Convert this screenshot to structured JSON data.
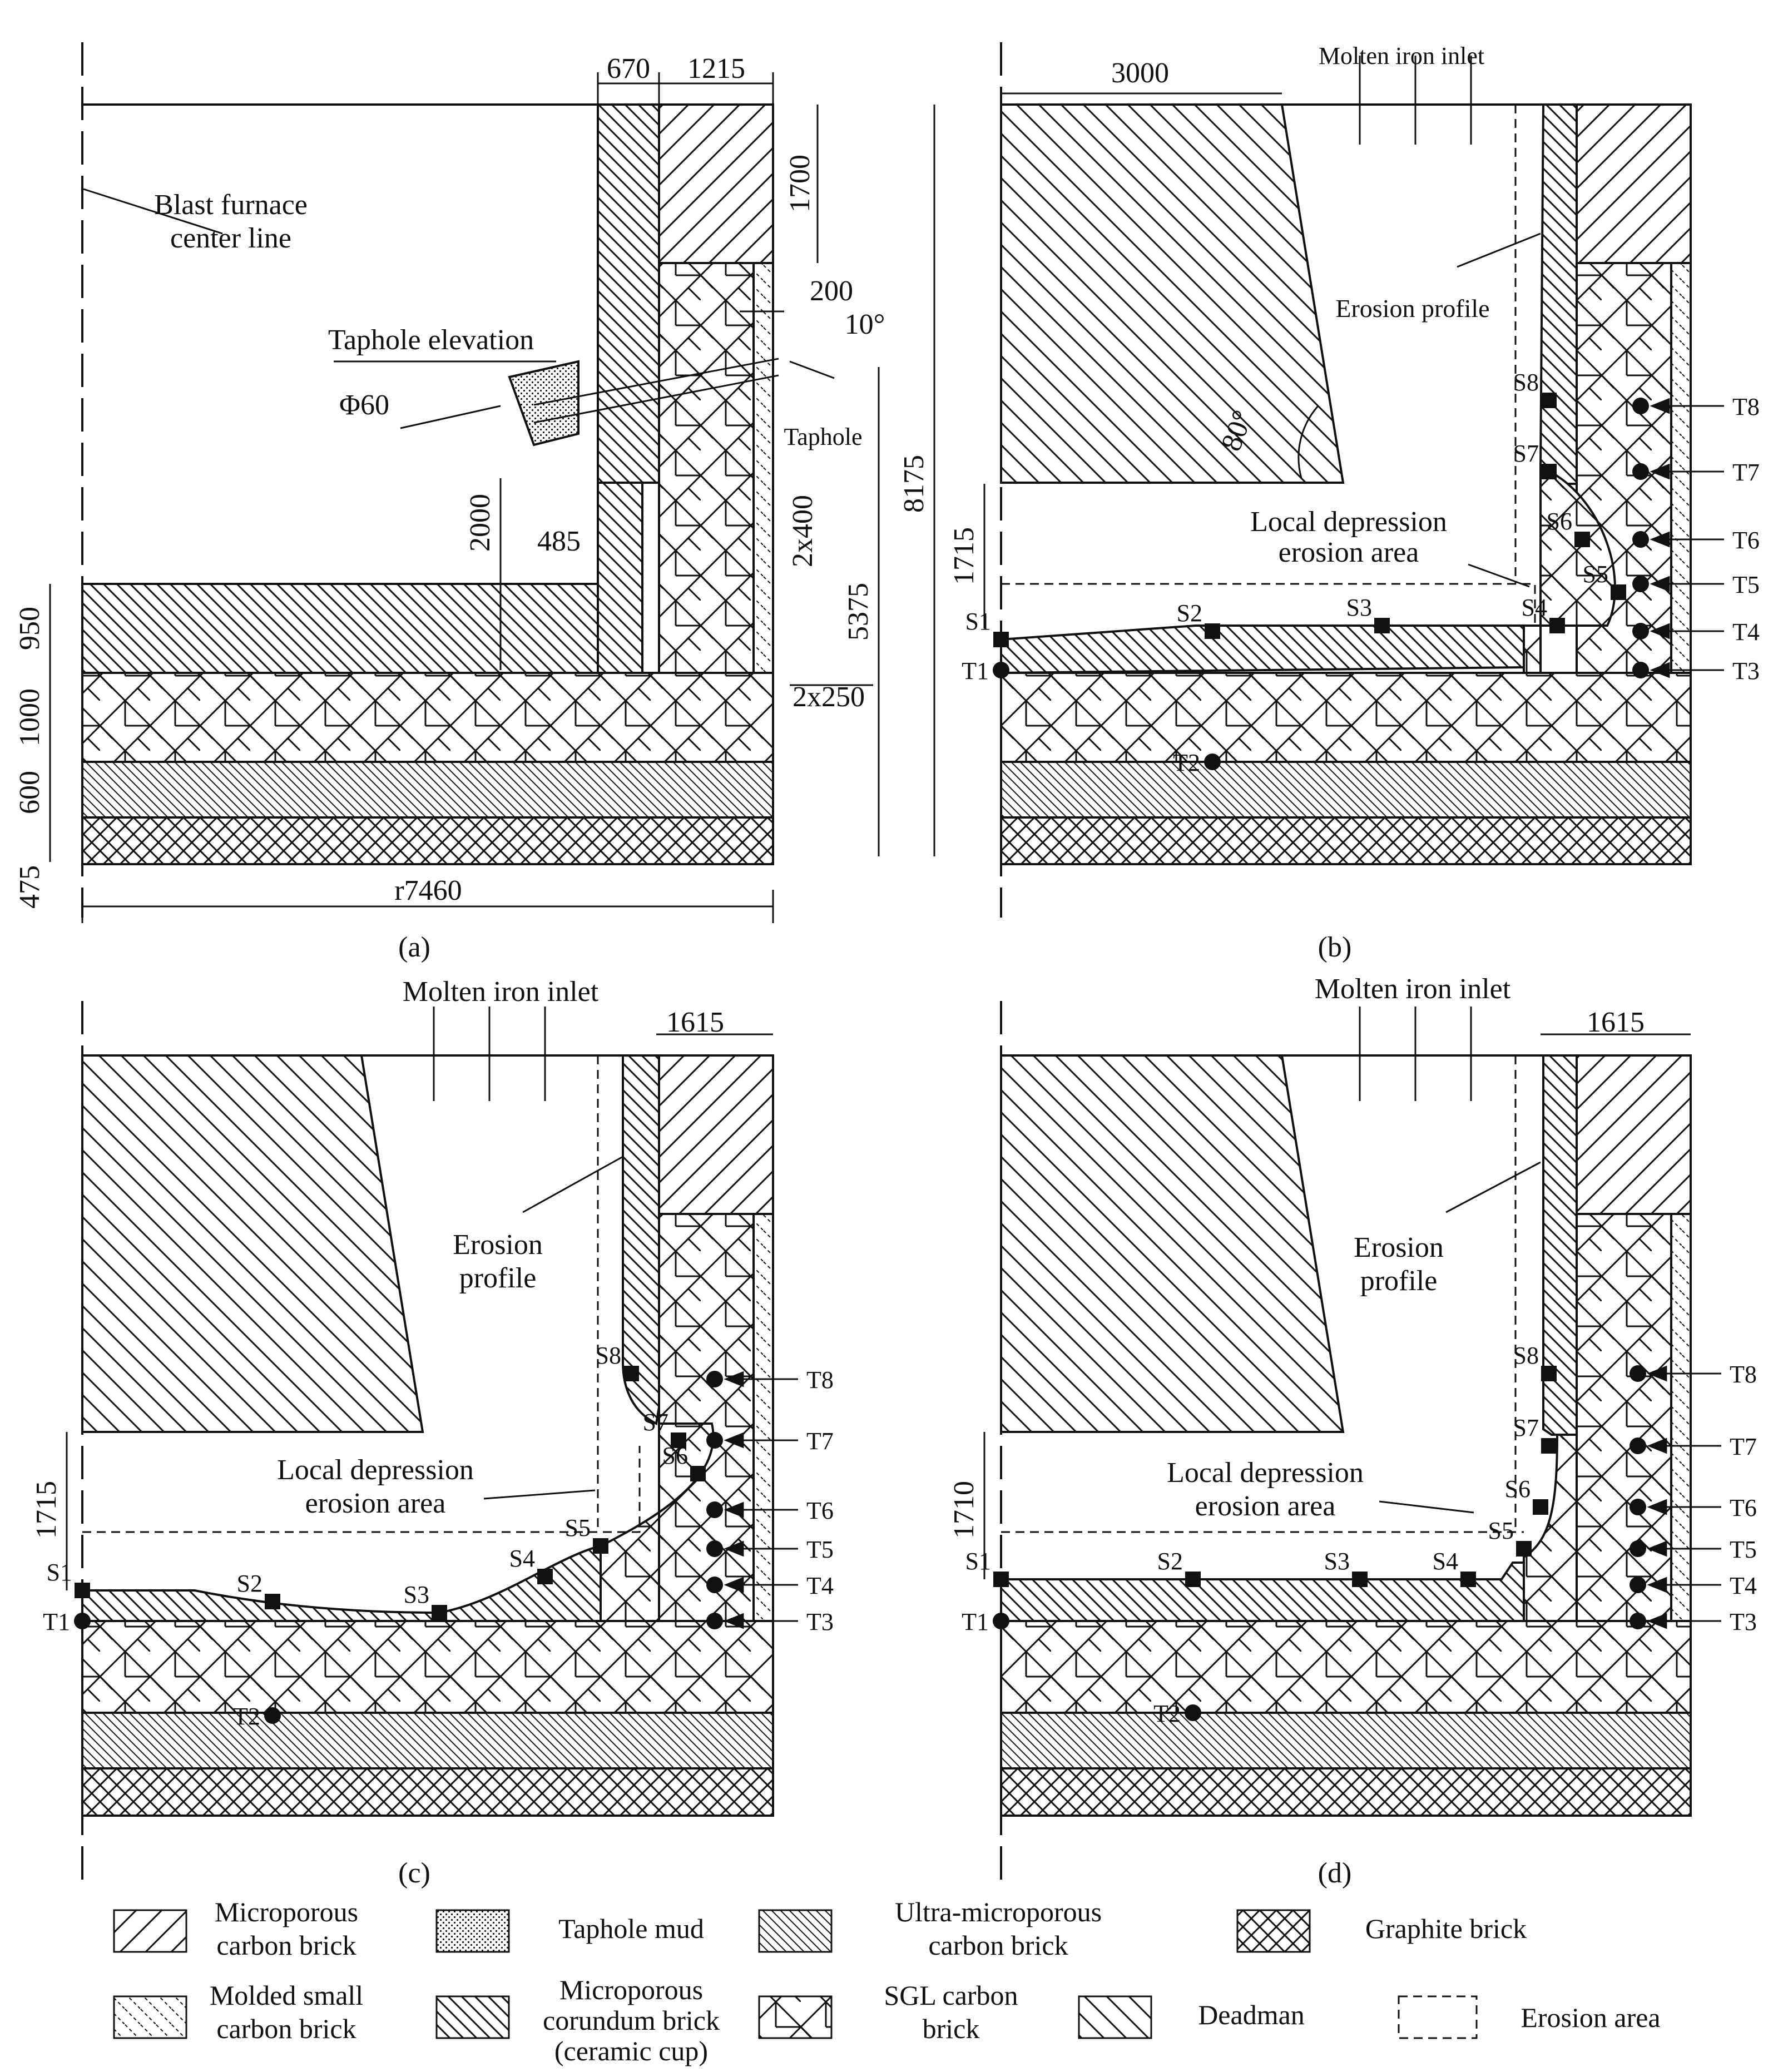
{
  "colors": {
    "line": "#111111",
    "background": "#ffffff"
  },
  "panels": {
    "a": {
      "caption": "(a)",
      "label_centerline": [
        "Blast furnace",
        "center line"
      ],
      "label_taphole_elevation": "Taphole elevation",
      "label_phi": "Φ60",
      "label_taphole": "Taphole",
      "angle": "10°",
      "dims": {
        "d670": "670",
        "d1215": "1215",
        "d1700": "1700",
        "d200": "200",
        "d2000": "2000",
        "d485": "485",
        "d2x400": "2x400",
        "d5375": "5375",
        "d8175": "8175",
        "d2x250": "2x250",
        "d950": "950",
        "d1000": "1000",
        "d600": "600",
        "d475": "475",
        "r7460": "r7460"
      }
    },
    "b": {
      "caption": "(b)",
      "dim_top": "3000",
      "dim_depth": "1715",
      "angle": "80°",
      "label_inlet": "Molten iron inlet",
      "label_erosion": "Erosion profile",
      "label_depression": [
        "Local depression",
        "erosion area"
      ]
    },
    "c": {
      "caption": "(c)",
      "dim_top": "1615",
      "dim_depth": "1715",
      "label_inlet": "Molten iron inlet",
      "label_erosion": [
        "Erosion",
        "profile"
      ],
      "label_depression": [
        "Local depression",
        "erosion area"
      ]
    },
    "d": {
      "caption": "(d)",
      "dim_top": "1615",
      "dim_depth": "1710",
      "label_inlet": "Molten iron inlet",
      "label_erosion": [
        "Erosion",
        "profile"
      ],
      "label_depression": [
        "Local depression",
        "erosion area"
      ]
    }
  },
  "sensors": {
    "S": [
      "S1",
      "S2",
      "S3",
      "S4",
      "S5",
      "S6",
      "S7",
      "S8"
    ],
    "T": [
      "T1",
      "T2",
      "T3",
      "T4",
      "T5",
      "T6",
      "T7",
      "T8"
    ]
  },
  "legend": [
    {
      "key": "microporous-carbon-brick",
      "label": [
        "Microporous",
        "carbon brick"
      ]
    },
    {
      "key": "taphole-mud",
      "label": [
        "Taphole mud"
      ]
    },
    {
      "key": "ultra-microporous-carbon-brick",
      "label": [
        "Ultra-microporous",
        "carbon brick"
      ]
    },
    {
      "key": "graphite-brick",
      "label": [
        "Graphite brick"
      ]
    },
    {
      "key": "molded-small-carbon-brick",
      "label": [
        "Molded small",
        "carbon brick"
      ]
    },
    {
      "key": "microporous-corundum-brick",
      "label": [
        "Microporous",
        "corundum brick",
        "(ceramic cup)"
      ]
    },
    {
      "key": "sgl-carbon-brick",
      "label": [
        "SGL carbon",
        "brick"
      ]
    },
    {
      "key": "deadman",
      "label": [
        "Deadman"
      ]
    },
    {
      "key": "erosion-area",
      "label": [
        "Erosion area"
      ]
    }
  ]
}
